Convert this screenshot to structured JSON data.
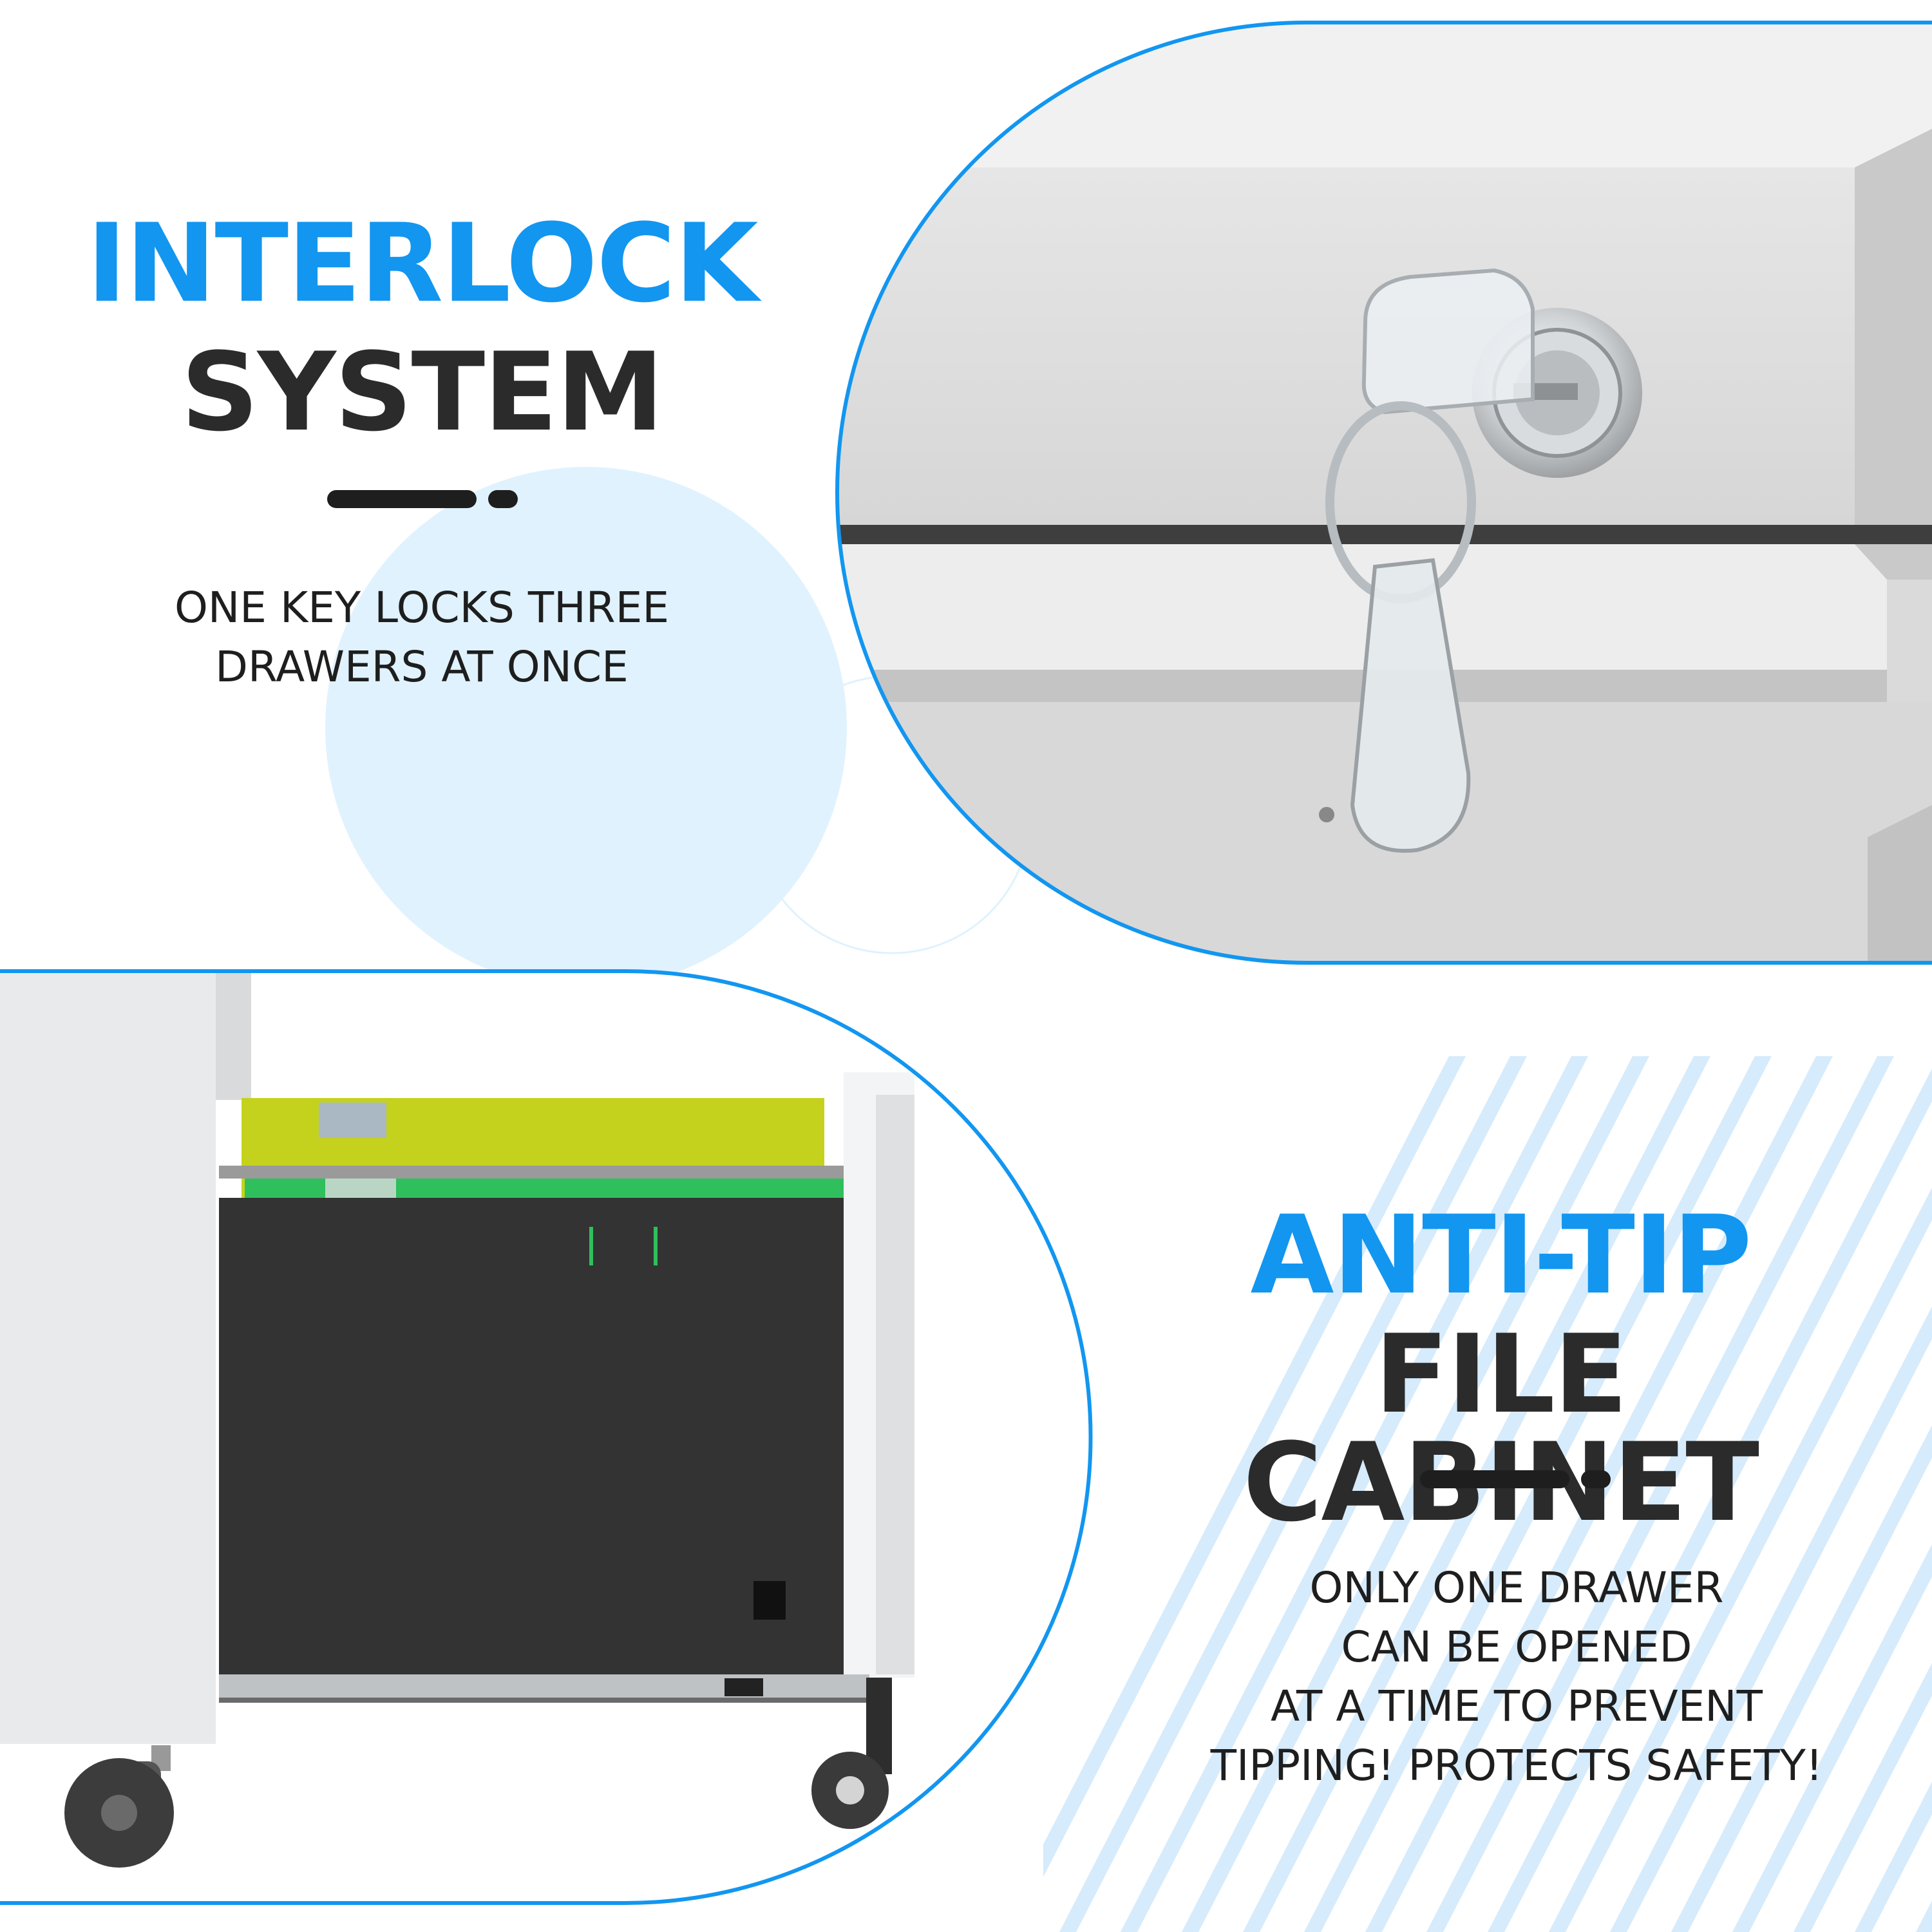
{
  "colors": {
    "accent": "#1296f0",
    "dark": "#2b2b2b",
    "body_text": "#1e1e1e",
    "bubble": "#e0f2fd",
    "stripes": "#d6ebfb",
    "cabinet_white": "#e9eaec",
    "folder_green": "#2fbf5c",
    "folder_yellow": "#c5d21d",
    "drawer_black": "#333333"
  },
  "sections": {
    "interlock": {
      "title_accent": "INTERLOCK",
      "title_dark": "SYSTEM",
      "description": "ONE KEY LOCKS THREE\nDRAWERS AT ONCE"
    },
    "anti_tip": {
      "title_accent": "ANTI-TIP",
      "title_dark": "FILE CABINET",
      "description": "ONLY ONE DRAWER\nCAN BE OPENED\nAT A TIME TO PREVENT\nTIPPING! PROTECTS SAFETY!"
    }
  },
  "images": {
    "lock_closeup": "key-lock-closeup",
    "open_drawer": "open-file-drawer"
  }
}
